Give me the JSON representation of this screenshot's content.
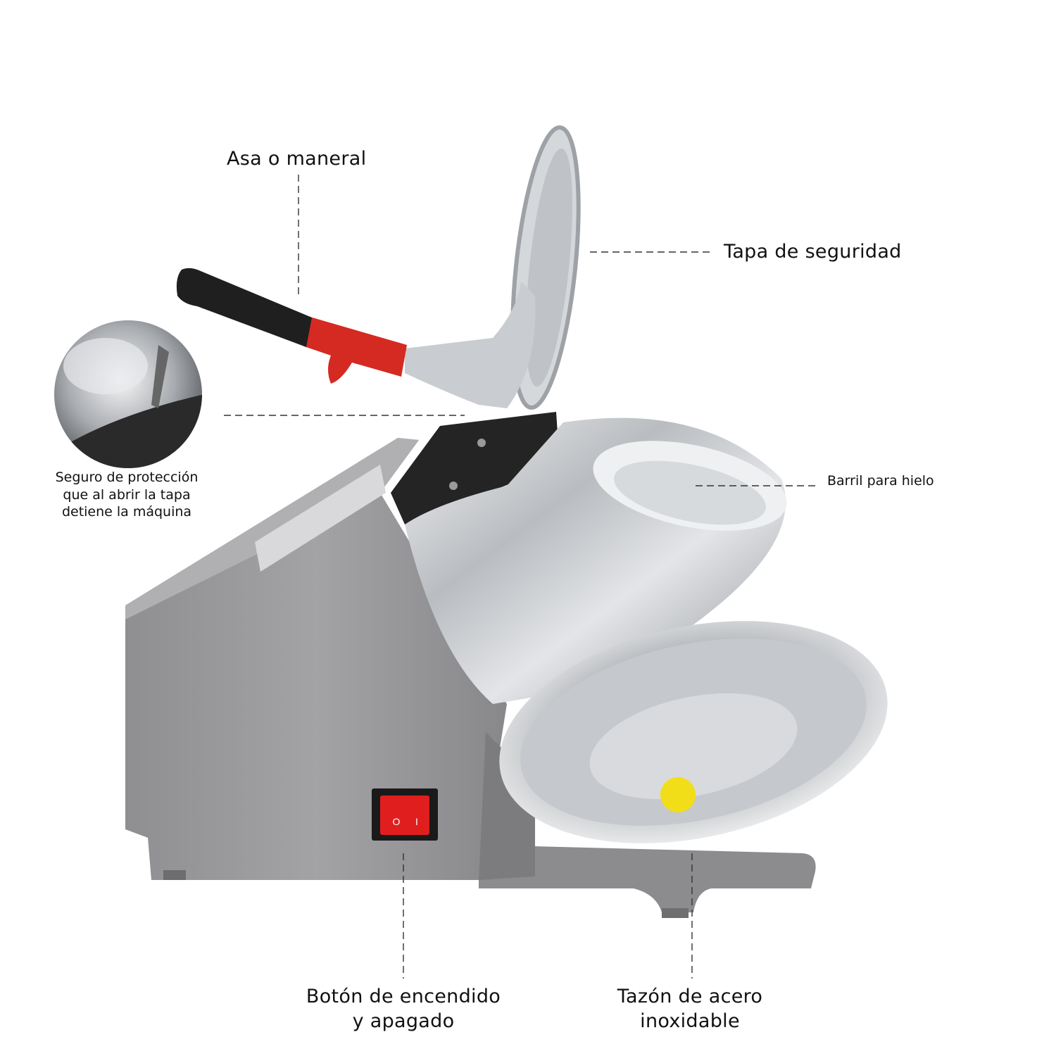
{
  "labels": {
    "handle": "Asa o maneral",
    "lid": "Tapa de seguridad",
    "barrel": "Barril para hielo",
    "safety_lock": [
      "Seguro de protección",
      "que al abrir la tapa",
      "detiene la máquina"
    ],
    "power_switch": [
      "Botón de encendido",
      "y apagado"
    ],
    "bowl": [
      "Tazón de acero",
      "inoxidable"
    ]
  },
  "switch_symbols": [
    "O",
    "I"
  ],
  "colors": {
    "body": "#9a9a9c",
    "steel": "#c9ccd0",
    "handle_red": "#d42a22",
    "grip": "#1f1f1f",
    "switch_red": "#e11e1e",
    "bowl_sticker": "#f2de18"
  }
}
